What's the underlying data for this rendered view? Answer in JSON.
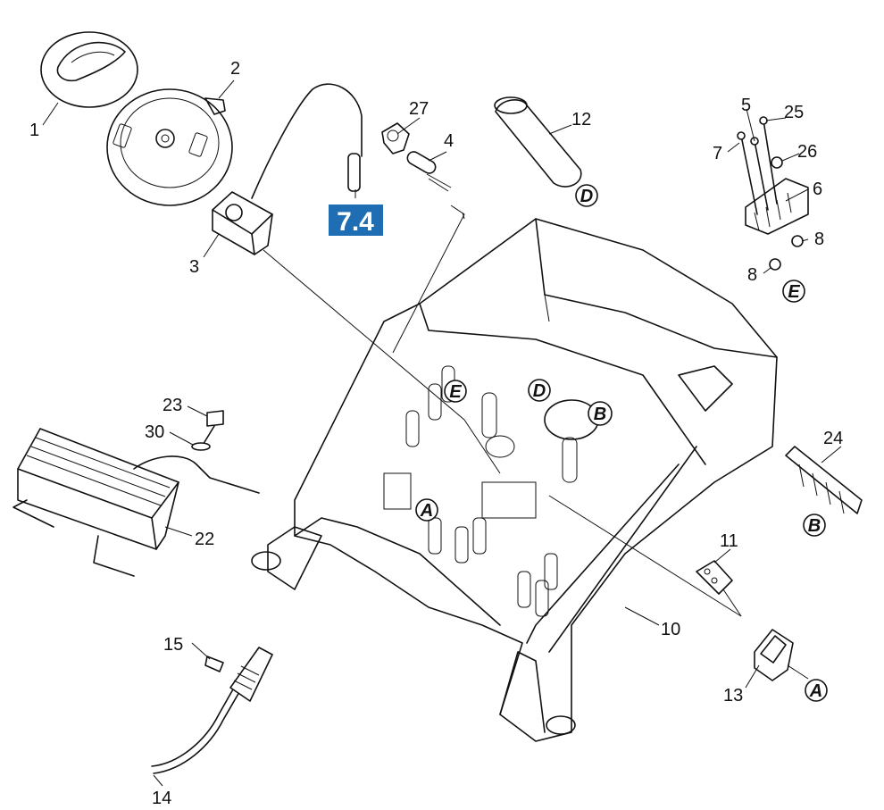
{
  "part_numbers": {
    "p1": "1",
    "p2": "2",
    "p3": "3",
    "p4": "4",
    "p5": "5",
    "p6": "6",
    "p7": "7",
    "p8a": "8",
    "p8b": "8",
    "p10": "10",
    "p11": "11",
    "p12": "12",
    "p13": "13",
    "p14": "14",
    "p15": "15",
    "p22": "22",
    "p23": "23",
    "p24": "24",
    "p25": "25",
    "p26": "26",
    "p27": "27",
    "p30": "30"
  },
  "connection_markers": {
    "a1": "A",
    "a2": "A",
    "b1": "B",
    "b2": "B",
    "d1": "D",
    "d2": "D",
    "e1": "E",
    "e2": "E"
  },
  "reference_badge": {
    "label": "7.4",
    "color": "#1f6db3"
  }
}
